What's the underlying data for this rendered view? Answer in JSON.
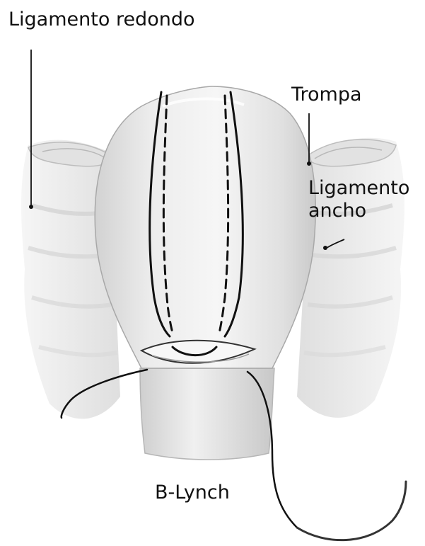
{
  "labels": {
    "round_ligament": "Ligamento redondo",
    "fallopian_tube": "Trompa",
    "broad_ligament_line1": "Ligamento",
    "broad_ligament_line2": "ancho",
    "technique": "B-Lynch"
  },
  "colors": {
    "uterus_fill": "#ededed",
    "uterus_shade": "#cfcfcf",
    "ligament_fill": "#e6e6e6",
    "suture": "#111111",
    "label_text": "#111111"
  }
}
